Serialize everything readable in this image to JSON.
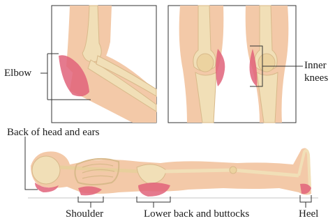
{
  "labels": {
    "elbow": "Elbow",
    "inner_knees_line1": "Inner",
    "inner_knees_line2": "knees",
    "head": "Back of head and ears",
    "shoulder": "Shoulder",
    "lower_back": "Lower back and buttocks",
    "heel": "Heel"
  },
  "colors": {
    "skin": "#f3c9a8",
    "skin_shadow": "#e6ad86",
    "bone": "#f1dfb7",
    "pressure": "#e0637a",
    "frame": "#333333",
    "background": "#ffffff"
  }
}
